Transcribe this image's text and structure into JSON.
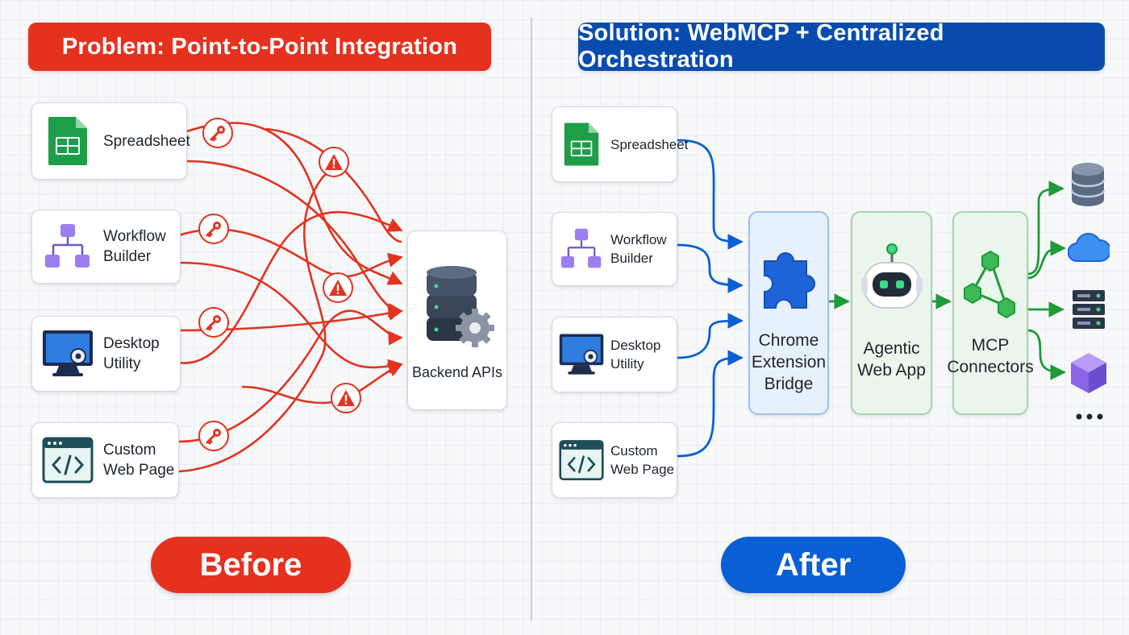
{
  "before": {
    "banner": "Problem: Point-to-Point Integration",
    "sources": [
      {
        "label": "Spreadsheet",
        "icon": "spreadsheet-icon"
      },
      {
        "label": "Workflow\nBuilder",
        "icon": "workflow-icon"
      },
      {
        "label": "Desktop\nUtility",
        "icon": "desktop-utility-icon"
      },
      {
        "label": "Custom\nWeb Page",
        "icon": "code-page-icon"
      }
    ],
    "target": {
      "label": "Backend APIs",
      "icon": "server-gear-icon"
    },
    "badges": {
      "key_icon": "key-icon",
      "warning_icon": "warning-icon"
    },
    "pill": "Before",
    "accent": "#e4321f"
  },
  "after": {
    "banner": "Solution: WebMCP + Centralized Orchestration",
    "sources": [
      {
        "label": "Spreadsheet",
        "icon": "spreadsheet-icon"
      },
      {
        "label": "Workflow\nBuilder",
        "icon": "workflow-icon"
      },
      {
        "label": "Desktop\nUtility",
        "icon": "desktop-utility-icon"
      },
      {
        "label": "Custom\nWeb Page",
        "icon": "code-page-icon"
      }
    ],
    "stages": [
      {
        "label": "Chrome\nExtension\nBridge",
        "icon": "puzzle-icon"
      },
      {
        "label": "Agentic\nWeb App",
        "icon": "robot-icon"
      },
      {
        "label": "MCP\nConnectors",
        "icon": "network-icon"
      }
    ],
    "destinations": [
      {
        "icon": "database-icon"
      },
      {
        "icon": "cloud-icon"
      },
      {
        "icon": "server-rack-icon"
      },
      {
        "icon": "cube-icon"
      },
      {
        "icon": "more-icon"
      }
    ],
    "pill": "After",
    "accent": "#0a5fd6",
    "flow_color": "#1f9a3a"
  }
}
